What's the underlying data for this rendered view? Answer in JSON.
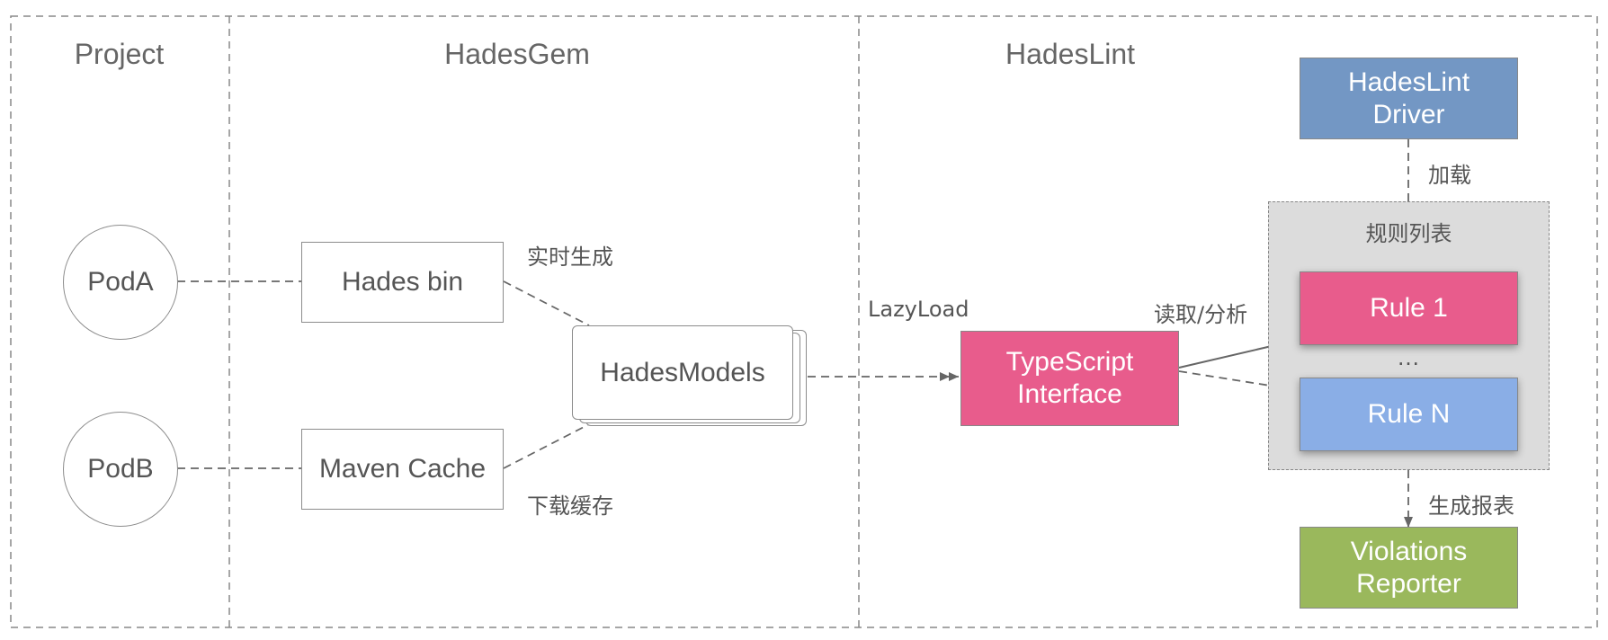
{
  "zones": {
    "project": "Project",
    "hadesgem": "HadesGem",
    "hadeslint": "HadesLint"
  },
  "nodes": {
    "pod_a": "PodA",
    "pod_b": "PodB",
    "hades_bin": "Hades bin",
    "maven_cache": "Maven Cache",
    "hades_models": "HadesModels",
    "ts_interface_line1": "TypeScript",
    "ts_interface_line2": "Interface",
    "driver_line1": "HadesLint",
    "driver_line2": "Driver",
    "rule_list_title": "规则列表",
    "rule_1": "Rule 1",
    "rule_ellipsis": "...",
    "rule_n": "Rule N",
    "reporter_line1": "Violations",
    "reporter_line2": "Reporter"
  },
  "edges": {
    "realtime_generate": "实时生成",
    "download_cache": "下载缓存",
    "lazyload": "LazyLoad",
    "read_analyze": "读取/分析",
    "load": "加载",
    "generate_report": "生成报表"
  },
  "colors": {
    "ts_interface": "#e85c8c",
    "rule_1": "#e85c8c",
    "rule_n": "#8aaee6",
    "driver": "#7397c4",
    "reporter": "#9ab85c",
    "rule_list_bg": "#dcdcdc"
  }
}
